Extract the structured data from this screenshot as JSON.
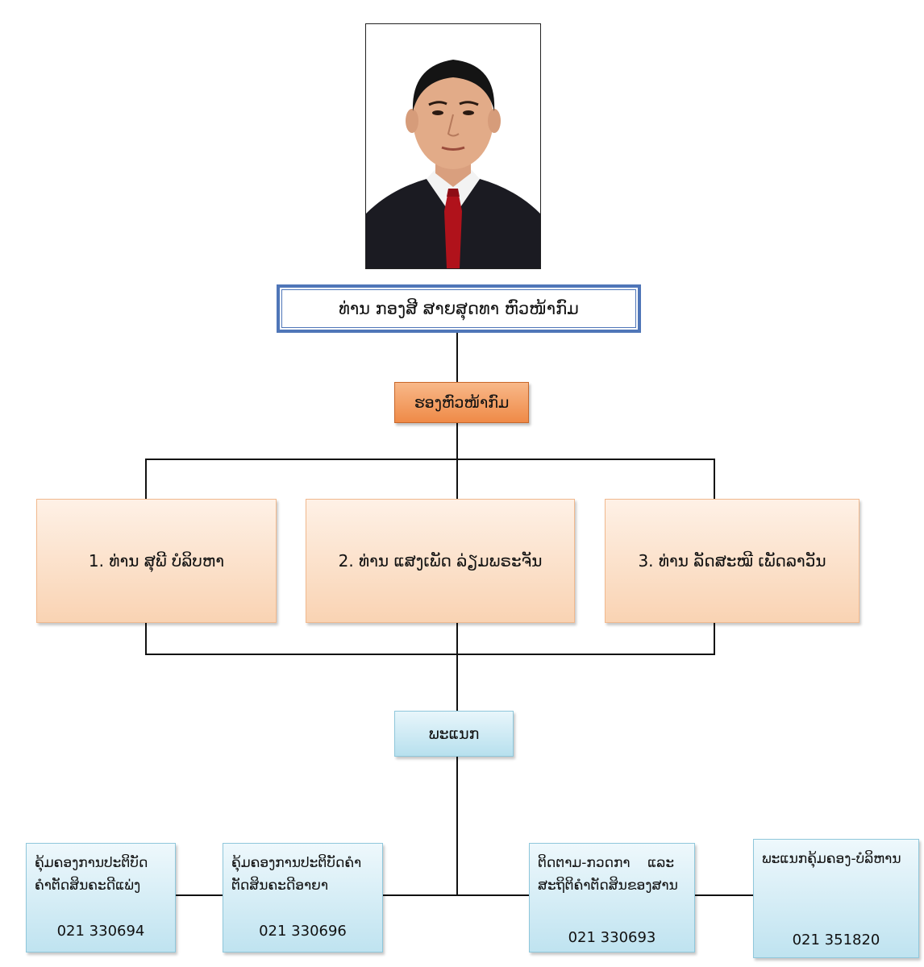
{
  "head": {
    "label": "ທ່ານ ກອງສີ ສາຍສຸດທາ  ຫົວໜ້າກົມ"
  },
  "deputy_title": "ຮອງຫົວໜ້າກົມ",
  "deputies": [
    {
      "label": "1. ທ່ານ ສຸພີ ບໍລິບຫາ"
    },
    {
      "label": "2. ທ່ານ ແສງເພັດ ລ່ຽມພຣະຈັນ"
    },
    {
      "label": "3. ທ່ານ ລັດສະໝີ ເພັດລາວັນ"
    }
  ],
  "divisions_title": "ພະແນກ",
  "divisions": [
    {
      "name_line1": "ຄຸ້ມຄອງການປະຕິບັດ",
      "name_line2": "ຄໍາຕັດສິນຄະດີແພ່ງ",
      "phone": "021 330694"
    },
    {
      "name_line1": "ຄຸ້ມຄອງການປະຕິບັດຄໍາ",
      "name_line2": "ຕັດສິນຄະດີອາຍາ",
      "phone": "021 330696"
    },
    {
      "name_line1": "ຕິດຕາມ-ກວດກາ    ແລະ",
      "name_line2": "ສະຖິຕິຄໍາຕັດສິນຂອງສານ",
      "phone": "021 330693"
    },
    {
      "name_line1": "ພະແນກຄຸ້ມຄອງ-ບໍລິຫານ",
      "name_line2": "",
      "phone": "021 351820"
    }
  ]
}
